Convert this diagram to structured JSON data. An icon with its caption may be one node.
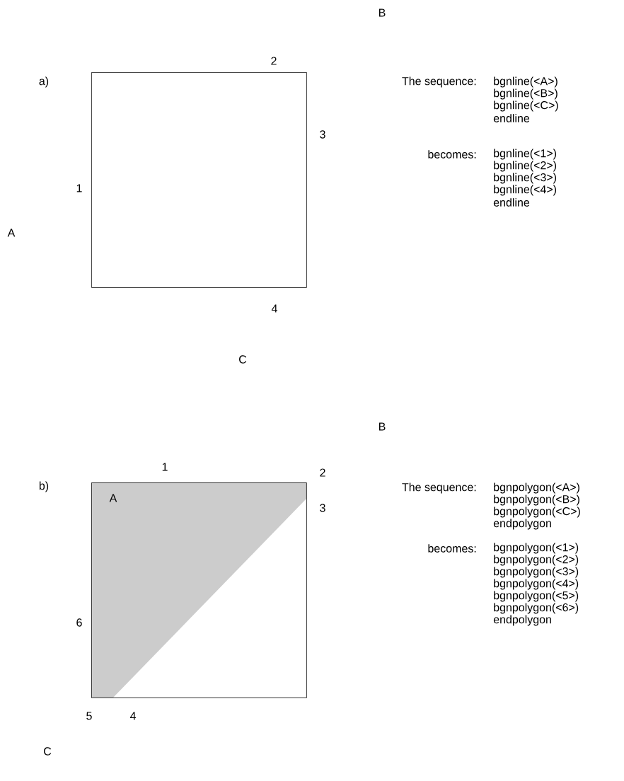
{
  "diagram": {
    "nodes": [
      {
        "text": [],
        "shape": "box"
      },
      {
        "text": [],
        "shape": "box"
      },
      {
        "text": [
          "A"
        ],
        "in": 1
      }
    ],
    "labels": [
      "B",
      "2",
      "a)",
      "3",
      "1",
      "A",
      "4",
      "C",
      "The sequence:",
      "bgnline(<A>)",
      "bgnline(<B>)",
      "bgnline(<C>)",
      "endline",
      "becomes:",
      "bgnline(<1>)",
      "bgnline(<2>)",
      "bgnline(<3>)",
      "bgnline(<4>)",
      "endline",
      "B",
      "1",
      "2",
      "b)",
      "3",
      "6",
      "5",
      "4",
      "C",
      "The sequence:",
      "bgnpolygon(<A>)",
      "bgnpolygon(<B>)",
      "bgnpolygon(<C>)",
      "endpolygon",
      "becomes:",
      "bgnpolygon(<1>)",
      "bgnpolygon(<2>)",
      "bgnpolygon(<3>)",
      "bgnpolygon(<4>)",
      "bgnpolygon(<5>)",
      "bgnpolygon(<6>)",
      "endpolygon"
    ]
  }
}
